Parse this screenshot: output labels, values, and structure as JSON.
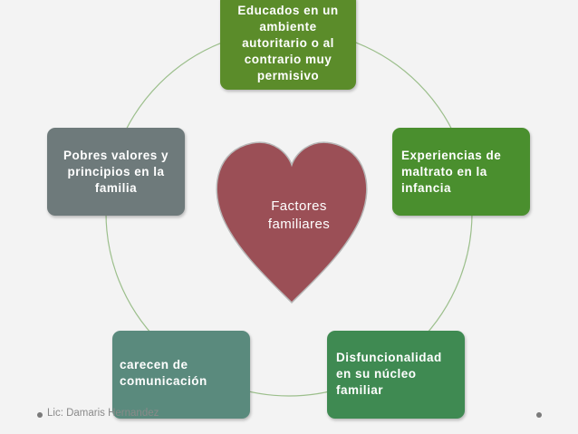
{
  "diagram": {
    "center_label": "Factores familiares",
    "nodes": [
      {
        "id": "top",
        "label": "Educados en un ambiente autoritario o al contrario muy permisivo",
        "color": "#5b8c2a"
      },
      {
        "id": "right",
        "label": "Experiencias de maltrato en la infancia",
        "color": "#4a8f2e"
      },
      {
        "id": "bottom-right",
        "label": "Disfuncionalidad en su núcleo familiar",
        "color": "#3f8a52"
      },
      {
        "id": "bottom-left",
        "label": "carecen de comunicación",
        "color": "#5a8a7d"
      },
      {
        "id": "left",
        "label": "Pobres valores y principios en la familia",
        "color": "#6e7a7b"
      }
    ],
    "heart_color": "#9b4f56",
    "ring_color": "#9bbf8a"
  },
  "footer": {
    "author": "Lic: Damaris Hernandez"
  }
}
